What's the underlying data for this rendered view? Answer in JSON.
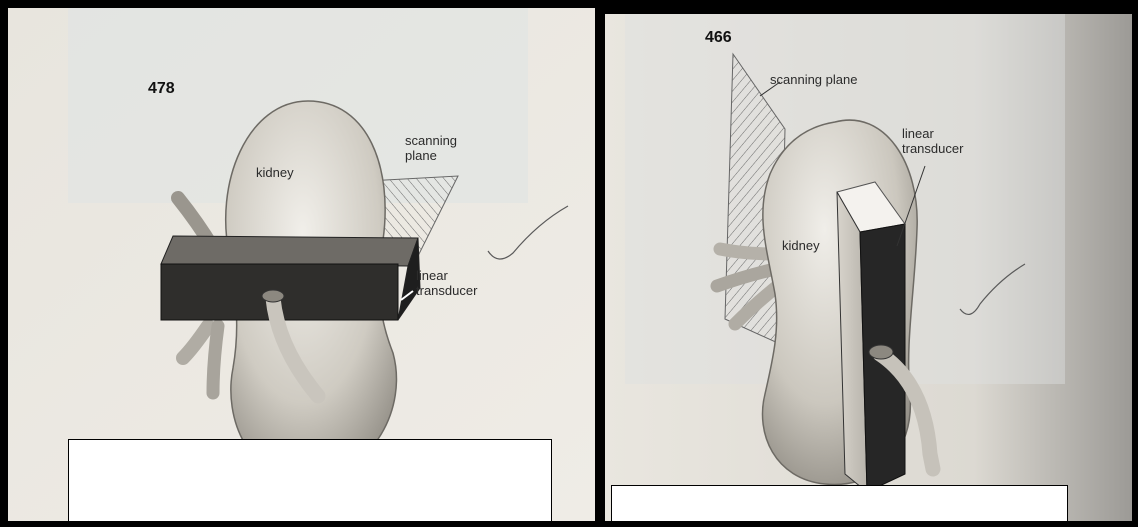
{
  "figures": [
    {
      "figure_number": "478",
      "labels": {
        "kidney": "kidney",
        "scanning_plane": "scanning\nplane",
        "transducer": "linear\ntransducer"
      }
    },
    {
      "figure_number": "466",
      "labels": {
        "scanning_plane": "scanning plane",
        "transducer": "linear\ntransducer",
        "kidney": "kidney"
      }
    }
  ],
  "colors": {
    "frame": "#000000",
    "paper": "#ece9e2",
    "transducer_dark": "#2a2a2a",
    "kidney_light": "#d9d5cc"
  }
}
